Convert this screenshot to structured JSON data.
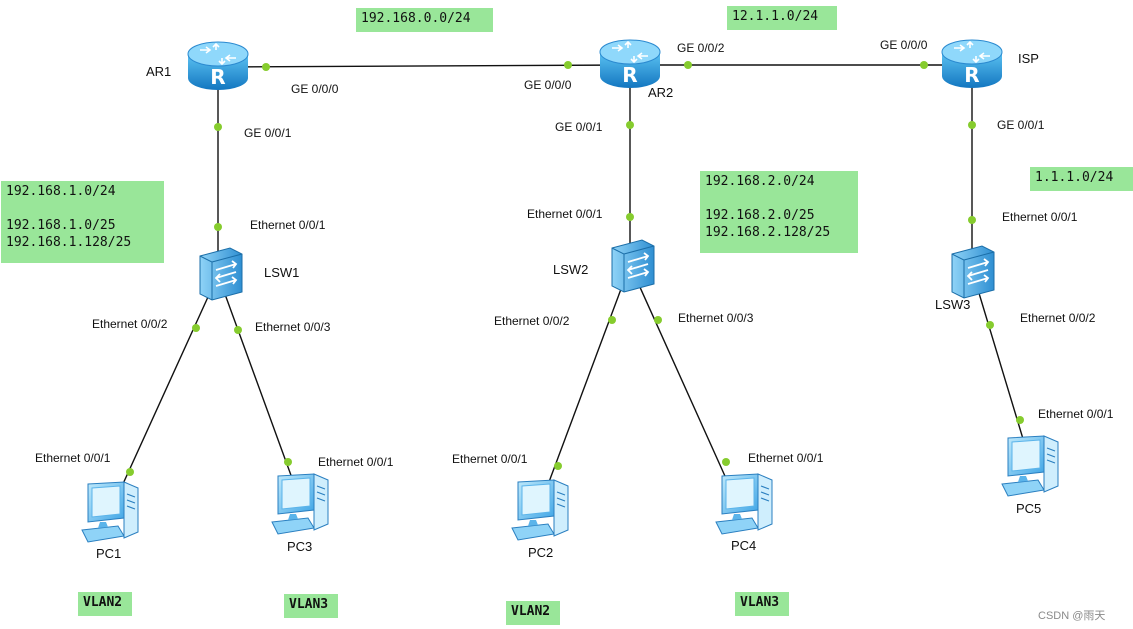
{
  "colors": {
    "router_body": "#1d8fd6",
    "router_top": "#7fd0f7",
    "switch_body": "#4aa3df",
    "port_dot": "#86cc2e",
    "note_bg": "#99e699",
    "link": "#111111"
  },
  "devices": {
    "ar1": "AR1",
    "ar2": "AR2",
    "isp": "ISP",
    "lsw1": "LSW1",
    "lsw2": "LSW2",
    "lsw3": "LSW3",
    "pc1": "PC1",
    "pc2": "PC2",
    "pc3": "PC3",
    "pc4": "PC4",
    "pc5": "PC5"
  },
  "ports": {
    "ar1_ge000": "GE 0/0/0",
    "ar1_ge001": "GE 0/0/1",
    "ar2_ge000": "GE 0/0/0",
    "ar2_ge002": "GE 0/0/2",
    "ar2_ge001": "GE 0/0/1",
    "isp_ge000": "GE 0/0/0",
    "isp_ge001": "GE 0/0/1",
    "lsw1_e001": "Ethernet 0/0/1",
    "lsw1_e002": "Ethernet 0/0/2",
    "lsw1_e003": "Ethernet 0/0/3",
    "lsw2_e001": "Ethernet 0/0/1",
    "lsw2_e002": "Ethernet 0/0/2",
    "lsw2_e003": "Ethernet 0/0/3",
    "lsw3_e001": "Ethernet 0/0/1",
    "lsw3_e002": "Ethernet 0/0/2",
    "pc1_e001": "Ethernet 0/0/1",
    "pc3_e001": "Ethernet 0/0/1",
    "pc2_e001": "Ethernet 0/0/1",
    "pc4_e001": "Ethernet 0/0/1",
    "pc5_e001": "Ethernet 0/0/1"
  },
  "networks": {
    "ar1_ar2": "192.168.0.0/24",
    "ar2_isp": "12.1.1.0/24",
    "isp_lan": "1.1.1.0/24",
    "lan1": "192.168.1.0/24\n\n192.168.1.0/25\n192.168.1.128/25",
    "lan2": "192.168.2.0/24\n\n192.168.2.0/25\n192.168.2.128/25"
  },
  "vlans": {
    "pc1": "VLAN2",
    "pc3": "VLAN3",
    "pc2": "VLAN2",
    "pc4": "VLAN3"
  },
  "watermark": "CSDN @雨天"
}
